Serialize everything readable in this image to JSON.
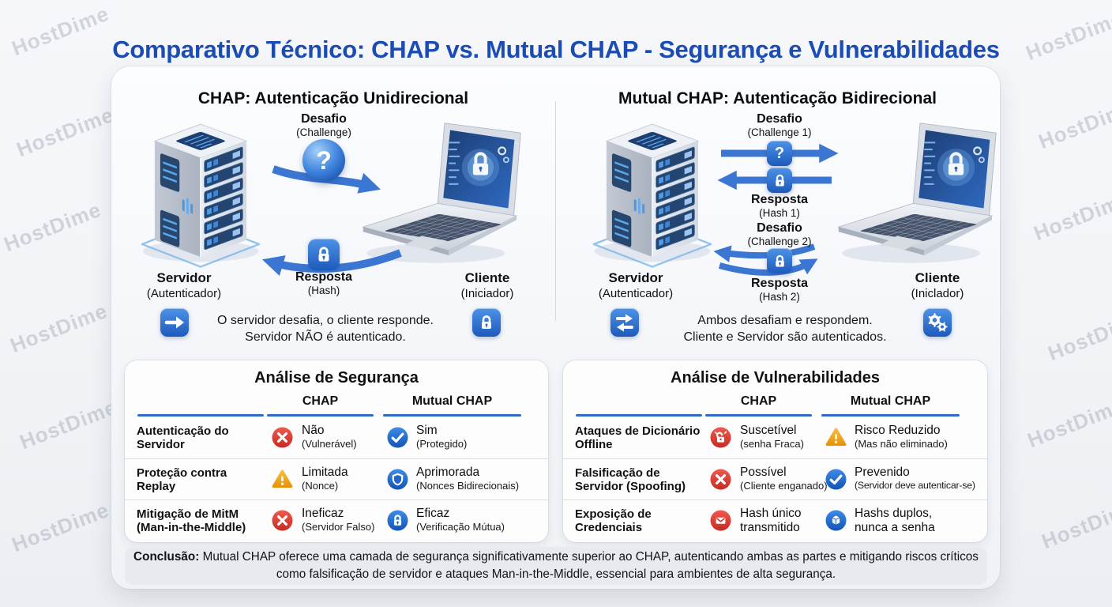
{
  "page": {
    "title": "Comparativo Técnico: CHAP vs. Mutual CHAP - Segurança e Vulnerabilidades",
    "watermark": "HostDime"
  },
  "panels": {
    "chap": {
      "heading": "CHAP: Autenticação Unidirecional",
      "flow": {
        "challenge": {
          "label": "Desafio",
          "sublabel": "(Challenge)",
          "icon": "question-sphere-icon"
        },
        "response": {
          "label": "Resposta",
          "sublabel": "(Hash)",
          "icon": "lock-square-icon"
        }
      },
      "server": {
        "label": "Servidor",
        "sublabel": "(Autenticador)"
      },
      "client": {
        "label": "Cliente",
        "sublabel": "(Iniciador)"
      },
      "note": {
        "icon_left": "arrow-right-icon",
        "line1": "O servidor desafia, o cliente responde.",
        "line2": "Servidor NÃO é autenticado.",
        "icon_right": "lock-icon"
      }
    },
    "mutual": {
      "heading": "Mutual CHAP: Autenticação Bidirecional",
      "flow": {
        "challenge1": {
          "label": "Desafio",
          "sublabel": "(Challenge 1)",
          "icon": "question-square-icon"
        },
        "response1": {
          "label": "Resposta",
          "sublabel": "(Hash 1)",
          "icon": "lock-square-icon"
        },
        "challenge2": {
          "label": "Desafio",
          "sublabel": "(Challenge 2)"
        },
        "response2": {
          "label": "Resposta",
          "sublabel": "(Hash 2)",
          "icon": "lock-square-icon"
        }
      },
      "server": {
        "label": "Servidor",
        "sublabel": "(Autenticador)"
      },
      "client": {
        "label": "Cliente",
        "sublabel": "(Iniclador)"
      },
      "note": {
        "icon_left": "swap-arrows-icon",
        "line1": "Ambos desafiam e respondem.",
        "line2": "Cliente e Servidor são autenticados.",
        "icon_right": "gears-icon"
      }
    }
  },
  "tables": {
    "security": {
      "title": "Análise de Segurança",
      "columns": {
        "chap": "CHAP",
        "mutual": "Mutual CHAP"
      },
      "rows": [
        {
          "label": "Autenticação do Servidor",
          "chap": {
            "icon": "error-circle-icon",
            "value": "Não",
            "detail": "(Vulnerável)"
          },
          "mutual": {
            "icon": "check-circle-icon",
            "value": "Sim",
            "detail": "(Protegido)"
          }
        },
        {
          "label": "Proteção contra Replay",
          "chap": {
            "icon": "warning-triangle-icon",
            "value": "Limitada",
            "detail": "(Nonce)"
          },
          "mutual": {
            "icon": "shield-circle-icon",
            "value": "Aprimorada",
            "detail": "(Nonces Bidirecionais)"
          }
        },
        {
          "label": "Mitigação de MitM (Man-in-the-Middle)",
          "chap": {
            "icon": "error-circle-icon",
            "value": "Ineficaz",
            "detail": "(Servidor Falso)"
          },
          "mutual": {
            "icon": "lock-circle-icon",
            "value": "Eficaz",
            "detail": "(Verificação Mútua)"
          }
        }
      ]
    },
    "vulnerabilities": {
      "title": "Análise de Vulnerabilidades",
      "columns": {
        "chap": "CHAP",
        "mutual": "Mutual CHAP"
      },
      "rows": [
        {
          "label": "Ataques de Dicionário Offline",
          "chap": {
            "icon": "broken-lock-circle-icon",
            "value": "Suscetível",
            "detail": "(senha Fraca)"
          },
          "mutual": {
            "icon": "warning-triangle-icon",
            "value": "Risco Reduzido",
            "detail": "(Mas não eliminado)"
          }
        },
        {
          "label": "Falsificação de Servidor (Spoofing)",
          "chap": {
            "icon": "error-circle-icon",
            "value": "Possível",
            "detail": "(Cliente enganado)"
          },
          "mutual": {
            "icon": "check-circle-icon",
            "value": "Prevenido",
            "detail": "(Servidor deve autenticar-se)"
          }
        },
        {
          "label": "Exposição de Credenciais",
          "chap": {
            "icon": "mail-circle-icon",
            "value": "Hash único",
            "detail": "transmitido"
          },
          "mutual": {
            "icon": "cube-circle-icon",
            "value": "Hashs duplos,",
            "detail": "nunca a senha"
          }
        }
      ]
    }
  },
  "conclusion": {
    "label": "Conclusão:",
    "line1": "Mutual CHAP oferece uma camada de segurança significativamente superior ao CHAP, autenticando ambas as partes e mitigando riscos críticos",
    "line2": "como falsificação de servidor e ataques Man-in-the-Middle, essencial para ambientes de alta segurança."
  },
  "colors": {
    "title_blue": "#1b4cb3",
    "accent_blue": "#3b77d2",
    "icon_blue": "#1d5abc",
    "error_red": "#d7342c",
    "warning_yellow": "#efa51c",
    "underline_blue": "#2e6cc8"
  }
}
